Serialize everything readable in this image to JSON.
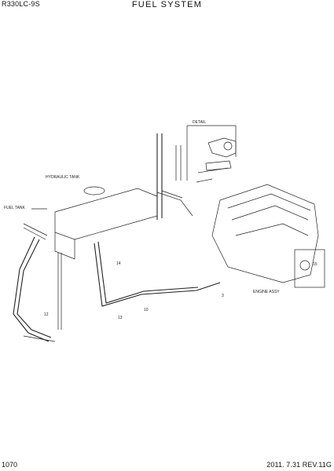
{
  "header": {
    "model": "R330LC-9S",
    "title": "FUEL SYSTEM"
  },
  "footer": {
    "page": "1070",
    "revision": "2011. 7.31  REV.11G"
  },
  "labels": {
    "hydraulic_tank": "HYDRAULIC TANK",
    "fuel_tank": "FUEL TANK",
    "detail": "DETAIL",
    "engine_assy": "ENGINE ASSY"
  },
  "colors": {
    "line": "#222222",
    "background": "#ffffff"
  }
}
